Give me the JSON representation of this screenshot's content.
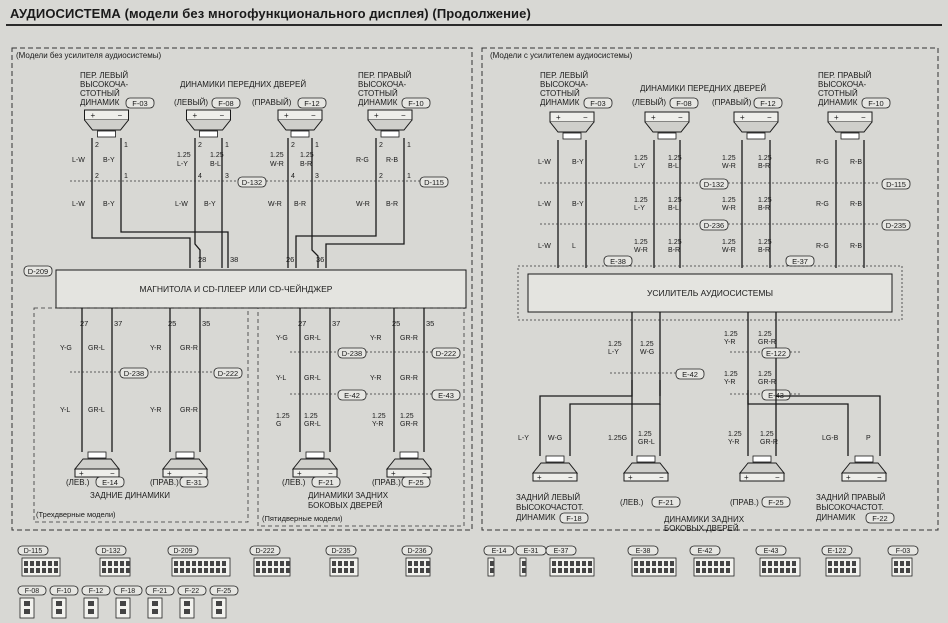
{
  "header": {
    "title": "АУДИОСИСТЕМА (модели без многофункционального дисплея) (Продолжение)"
  },
  "left": {
    "region_label": "(Модели без усилителя аудиосистемы)",
    "speakers": [
      {
        "lines": [
          "ПЕР. ЛЕВЫЙ",
          "ВЫСОКОЧА-",
          "СТОТНЫЙ",
          "ДИНАМИК"
        ],
        "conn": "F-03"
      },
      {
        "lines": [
          "(ЛЕВЫЙ)"
        ],
        "conn": "F-08"
      },
      {
        "lines": [
          "(ПРАВЫЙ)"
        ],
        "conn": "F-12"
      },
      {
        "lines": [
          "ПЕР. ПРАВЫЙ",
          "ВЫСОКОЧА-",
          "СТОТНЫЙ",
          "ДИНАМИК"
        ],
        "conn": "F-10"
      }
    ],
    "front_doors_label": "ДИНАМИКИ ПЕРЕДНИХ ДВЕРЕЙ",
    "wires_top": [
      "L-W",
      "B-Y",
      "1.25 L-Y",
      "1.25 B-L",
      "1.25 W-R",
      "1.25 B-R",
      "R-G",
      "R-B"
    ],
    "wires_mid": [
      "L-W",
      "B-Y",
      "L-W",
      "B-Y",
      "W-R",
      "B-R",
      "W-R",
      "B-R"
    ],
    "mid_conn_left": "D-132",
    "mid_conn_right": "D-115",
    "pins_main": [
      "28",
      "38",
      "26",
      "36"
    ],
    "main_conn": "D-209",
    "unit_label": "МАГНИТОЛА И CD-ПЛЕЕР ИЛИ CD-ЧЕЙНДЖЕР",
    "rear_pins": [
      "27",
      "37",
      "25",
      "35",
      "27",
      "37",
      "25",
      "35"
    ],
    "rear_wires_3door": [
      "Y-G",
      "GR-L",
      "Y-R",
      "GR-R",
      "Y-L",
      "GR-L",
      "Y-R",
      "GR-R"
    ],
    "rear_wires_5door": [
      "Y-G",
      "GR-L",
      "Y-R",
      "GR-R",
      "Y-L",
      "GR-L",
      "Y-R",
      "GR-R",
      "1.25 G",
      "1.25 GR-L",
      "1.25 Y-R",
      "1.25 GR-R"
    ],
    "rear_mid_conns": [
      "D-238",
      "D-222",
      "D-238",
      "D-222",
      "E-42",
      "E-43"
    ],
    "rear_speakers_3": [
      {
        "label": "(ЛЕВ.)",
        "conn": "E-14"
      },
      {
        "label": "(ПРАВ.)",
        "conn": "E-31"
      }
    ],
    "rear_speakers_5": [
      {
        "label": "(ЛЕВ.)",
        "conn": "F-21"
      },
      {
        "label": "(ПРАВ.)",
        "conn": "F-25"
      }
    ],
    "rear_group_3_label": "ЗАДНИЕ ДИНАМИКИ",
    "rear_group_5_label": [
      "ДИНАМИКИ ЗАДНИХ",
      "БОКОВЫХ ДВЕРЕЙ"
    ],
    "model_3door": "(Трехдверные модели)",
    "model_5door": "(Пятидверные модели)"
  },
  "right": {
    "region_label": "(Модели с усилителем аудиосистемы)",
    "speakers": [
      {
        "lines": [
          "ПЕР. ЛЕВЫЙ",
          "ВЫСОКОЧА-",
          "СТОТНЫЙ",
          "ДИНАМИК"
        ],
        "conn": "F-03"
      },
      {
        "lines": [
          "(ЛЕВЫЙ)"
        ],
        "conn": "F-08"
      },
      {
        "lines": [
          "(ПРАВЫЙ)"
        ],
        "conn": "F-12"
      },
      {
        "lines": [
          "ПЕР. ПРАВЫЙ",
          "ВЫСОКОЧА-",
          "СТОТНЫЙ",
          "ДИНАМИК"
        ],
        "conn": "F-10"
      }
    ],
    "front_doors_label": "ДИНАМИКИ ПЕРЕДНИХ ДВЕРЕЙ",
    "wires_top": [
      "L-W",
      "B-Y",
      "1.25 L-Y",
      "1.25 B-L",
      "1.25 W-R",
      "1.25 B-R",
      "R-G",
      "R-B"
    ],
    "wires_mid": [
      "L-W",
      "B-Y",
      "1.25 L-Y",
      "1.25 B-L",
      "1.25 W-R",
      "1.25 B-R",
      "R-G",
      "R-B"
    ],
    "wires_low": [
      "L-W",
      "L",
      "1.25 W-R",
      "1.25 B-R",
      "1.25 W-R",
      "1.25 B-R",
      "R-G",
      "R-B"
    ],
    "mid_conns": [
      "D-132",
      "D-115",
      "D-236",
      "D-235",
      "E-38",
      "E-37"
    ],
    "amp_label": "УСИЛИТЕЛЬ АУДИОСИСТЕМЫ",
    "amp_out_wires": [
      "1.25 L-Y",
      "1.25 W-G",
      "1.25 Y-R",
      "1.25 GR-R",
      "1.25 Y-R",
      "1.25 GR-R"
    ],
    "amp_mid_conns": [
      "E-42",
      "E-122",
      "E-43"
    ],
    "rear_wires": [
      "L-Y",
      "W-G",
      "1.25G",
      "1.25 GR-L",
      "1.25 Y-R",
      "1.25 GR-R",
      "LG-B",
      "P"
    ],
    "rear_left_tweeter": {
      "lines": [
        "ЗАДНИЙ ЛЕВЫЙ",
        "ВЫСОКОЧАСТОТ.",
        "ДИНАМИК"
      ],
      "conn": "F-18"
    },
    "rear_right_tweeter": {
      "lines": [
        "ЗАДНИЙ ПРАВЫЙ",
        "ВЫСОКОЧАСТОТ.",
        "ДИНАМИК"
      ],
      "conn": "F-22"
    },
    "rear_doors": [
      {
        "label": "(ЛЕВ.)",
        "conn": "F-21"
      },
      {
        "label": "(ПРАВ.)",
        "conn": "F-25"
      }
    ],
    "rear_group_label": [
      "ДИНАМИКИ ЗАДНИХ",
      "БОКОВЫХ ДВЕРЕЙ"
    ]
  },
  "connectors_legend": {
    "row1": [
      "D-115",
      "D-132",
      "D-209",
      "D-222",
      "D-235",
      "D-236",
      "E-14",
      "E-31",
      "E-37",
      "E-38",
      "E-42",
      "E-43",
      "E-122",
      "F-03"
    ],
    "row2": [
      "F-08",
      "F-10",
      "F-12",
      "F-18",
      "F-21",
      "F-22",
      "F-25"
    ]
  }
}
